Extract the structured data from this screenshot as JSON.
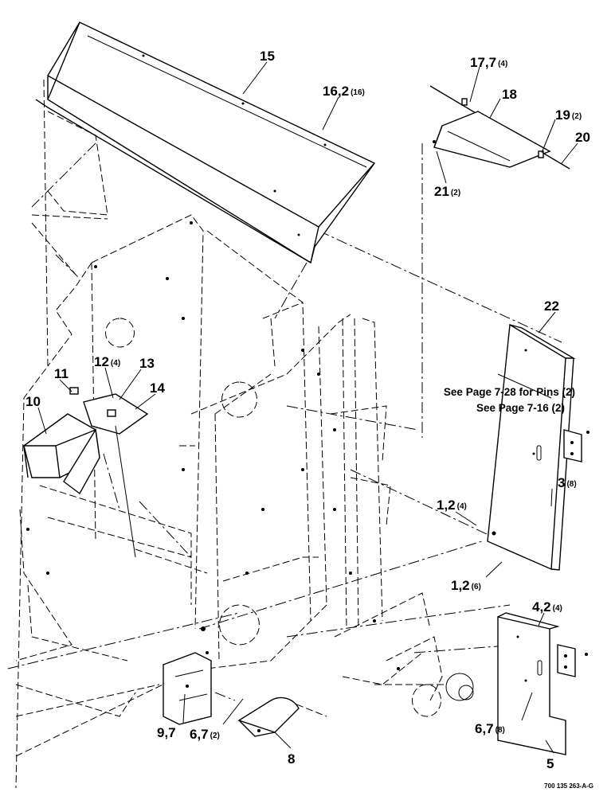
{
  "callouts": [
    {
      "id": "15",
      "main": "15",
      "sub": ""
    },
    {
      "id": "16",
      "main": "16,2",
      "sub": "(16)"
    },
    {
      "id": "17",
      "main": "17,7",
      "sub": "(4)"
    },
    {
      "id": "18",
      "main": "18",
      "sub": ""
    },
    {
      "id": "19",
      "main": "19",
      "sub": "(2)"
    },
    {
      "id": "20",
      "main": "20",
      "sub": ""
    },
    {
      "id": "21",
      "main": "21",
      "sub": "(2)"
    },
    {
      "id": "22",
      "main": "22",
      "sub": ""
    },
    {
      "id": "10",
      "main": "10",
      "sub": ""
    },
    {
      "id": "11",
      "main": "11",
      "sub": ""
    },
    {
      "id": "12",
      "main": "12",
      "sub": "(4)"
    },
    {
      "id": "13",
      "main": "13",
      "sub": ""
    },
    {
      "id": "14",
      "main": "14",
      "sub": ""
    },
    {
      "id": "1a",
      "main": "1,2",
      "sub": "(4)"
    },
    {
      "id": "3",
      "main": "3",
      "sub": "(8)"
    },
    {
      "id": "1b",
      "main": "1,2",
      "sub": "(6)"
    },
    {
      "id": "4",
      "main": "4,2",
      "sub": "(4)"
    },
    {
      "id": "9",
      "main": "9,7",
      "sub": ""
    },
    {
      "id": "6a",
      "main": "6,7",
      "sub": "(2)"
    },
    {
      "id": "8",
      "main": "8",
      "sub": ""
    },
    {
      "id": "6b",
      "main": "6,7",
      "sub": "(8)"
    },
    {
      "id": "5",
      "main": "5",
      "sub": ""
    }
  ],
  "notes": {
    "pins": "See Page 7-28 for Pins (2)",
    "page716": "See Page 7-16 (2)"
  },
  "drawing_code": "700 135 263-A-G"
}
